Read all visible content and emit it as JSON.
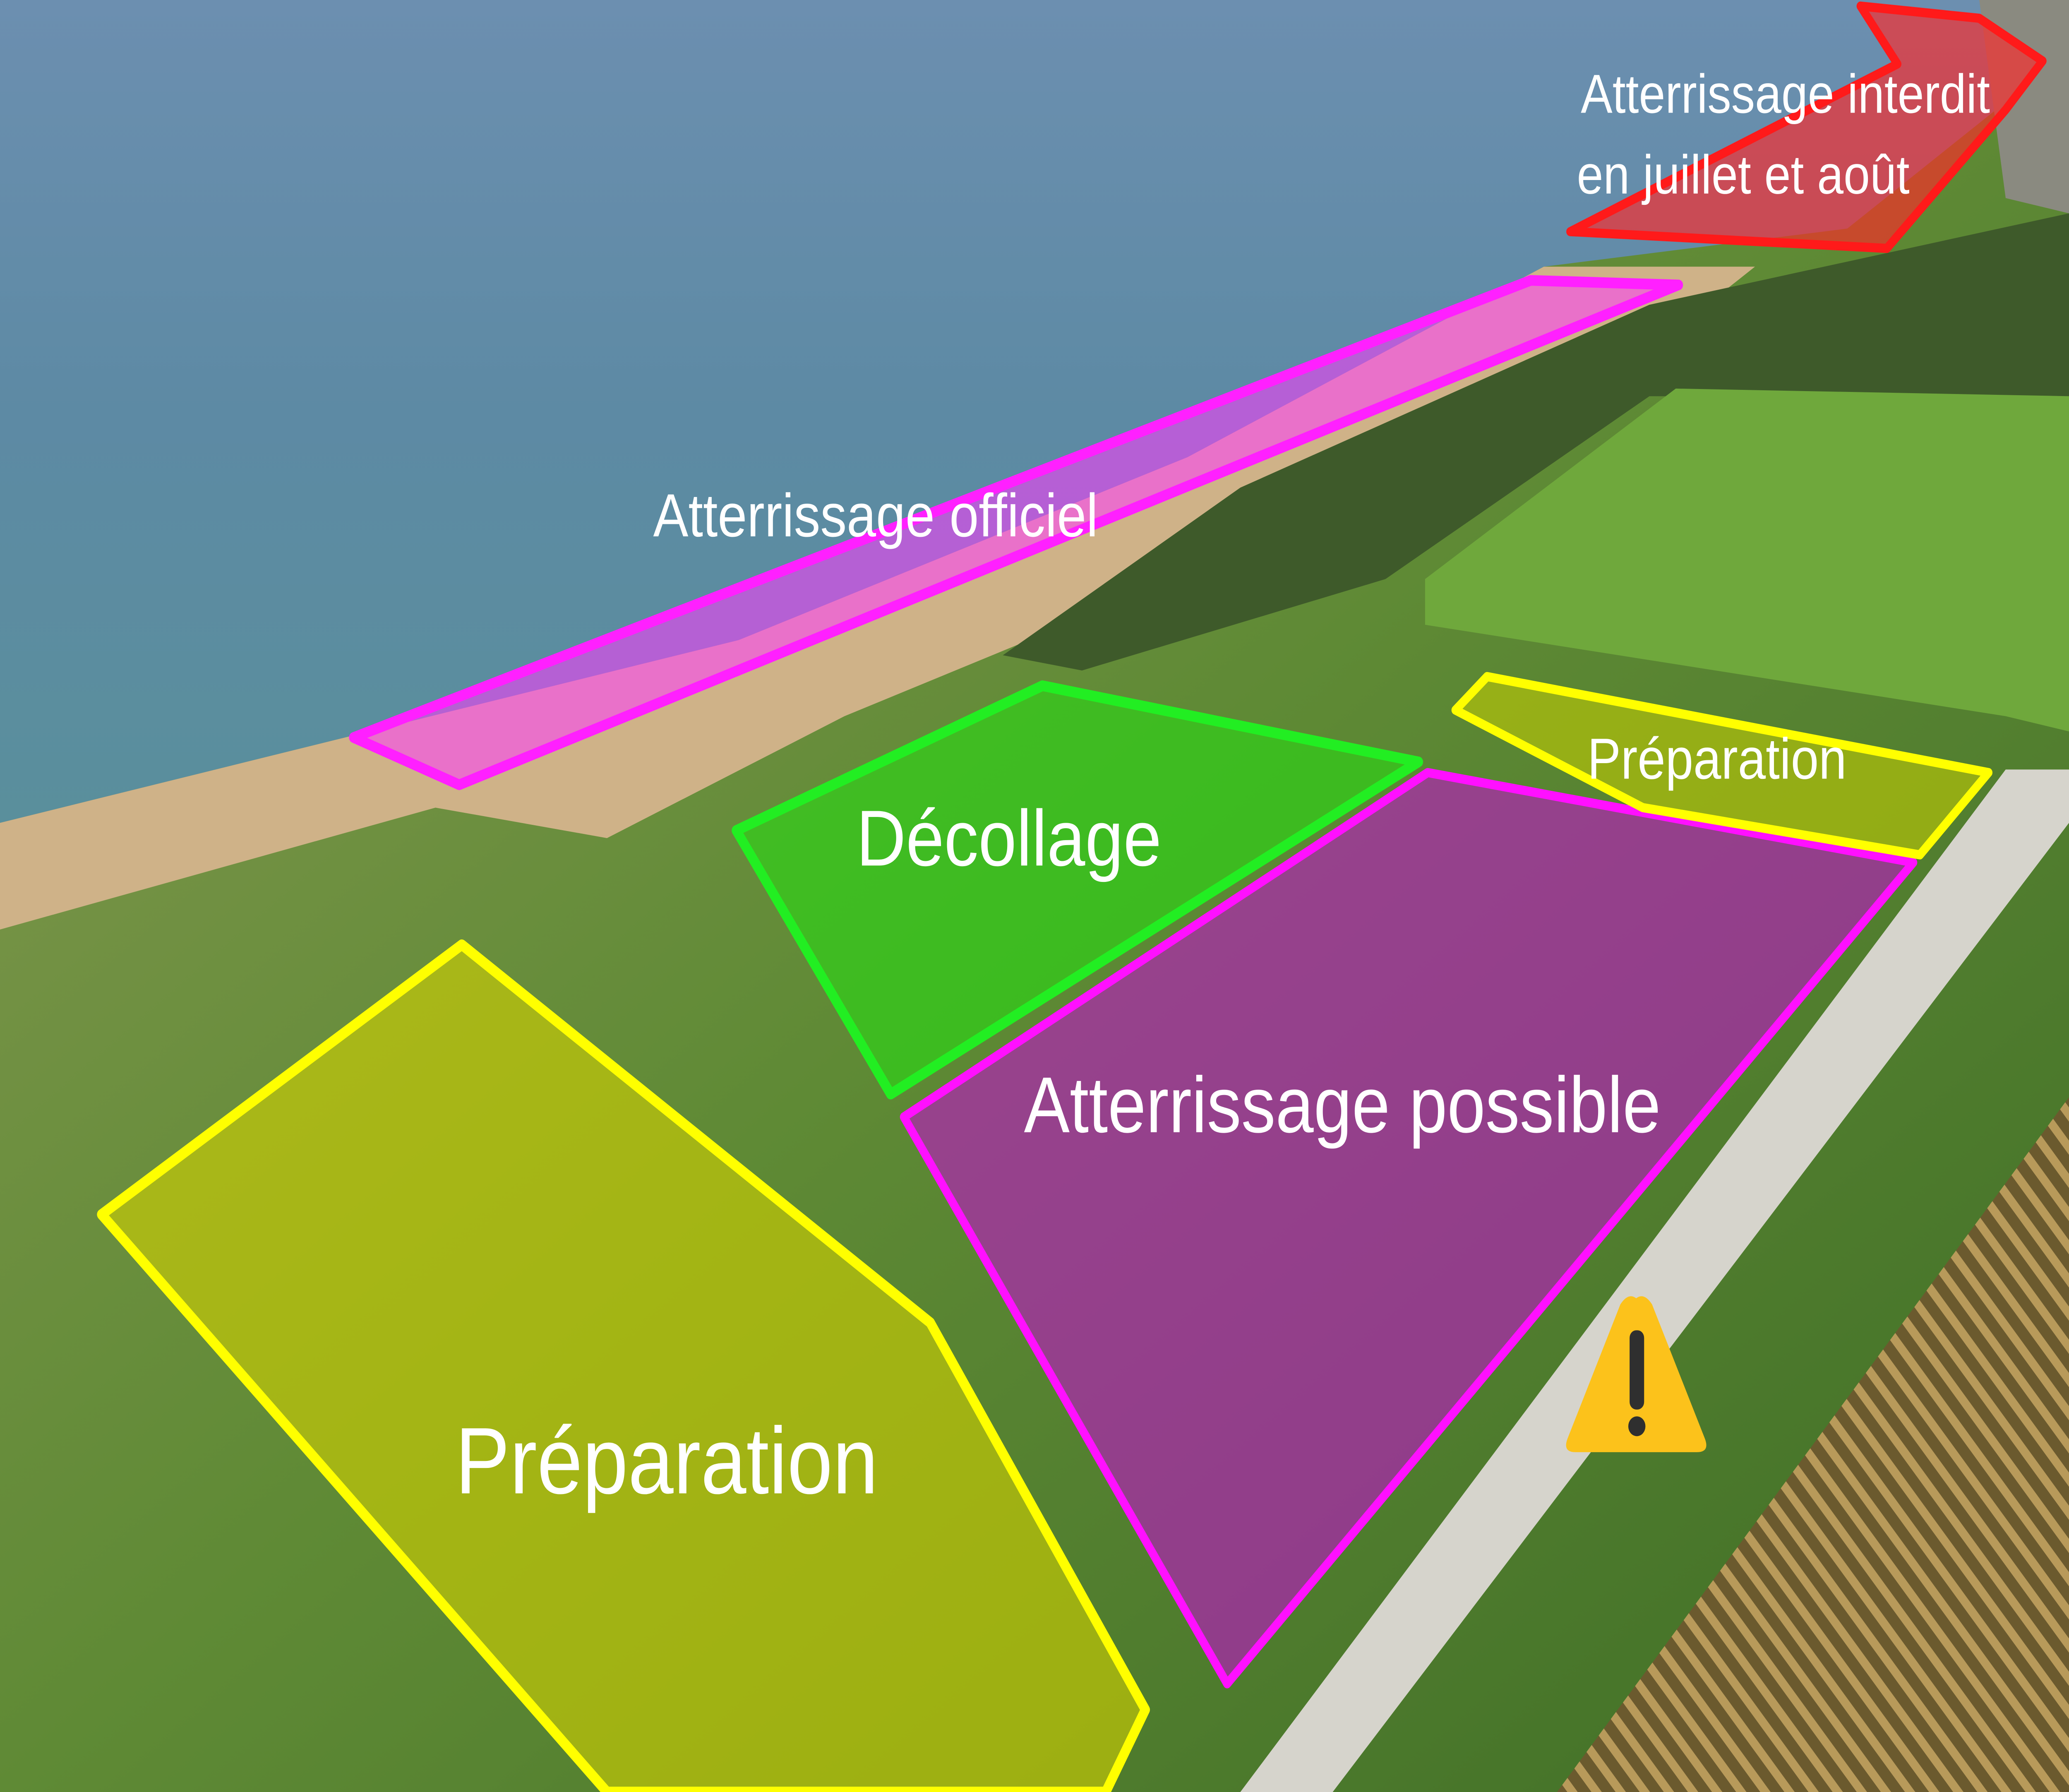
{
  "zones": [
    {
      "id": "forbidden",
      "label_lines": [
        "Atterrissage interdit",
        "en juillet et août"
      ],
      "color": "#ff1a1a"
    },
    {
      "id": "official-landing",
      "label": "Atterrissage officiel",
      "color": "#ff20ff"
    },
    {
      "id": "takeoff",
      "label": "Décollage",
      "color": "#22ee22"
    },
    {
      "id": "possible-landing",
      "label": "Atterrissage possible",
      "color": "#ff10ff"
    },
    {
      "id": "prep-small",
      "label": "Préparation",
      "color": "#ffff00"
    },
    {
      "id": "prep-large",
      "label": "Préparation",
      "color": "#ffff00"
    }
  ],
  "warning_icon": "warning-triangle-icon"
}
